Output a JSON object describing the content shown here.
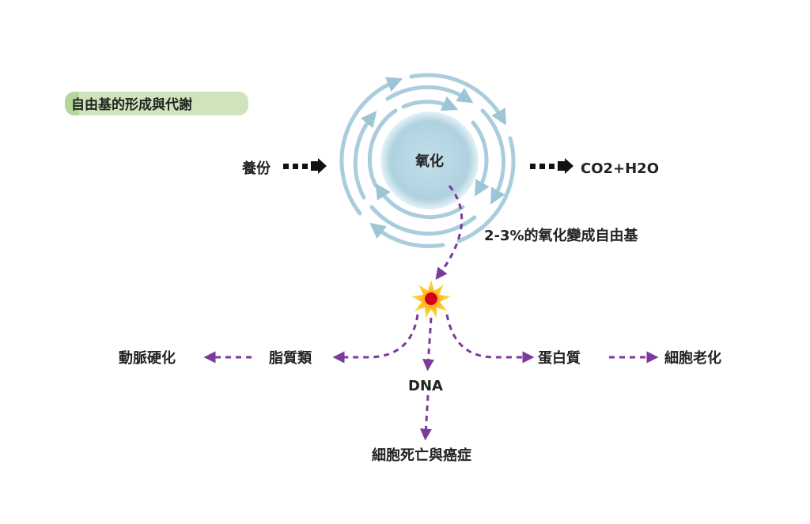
{
  "title": "自由基的形成與代謝",
  "center": "氧化",
  "input": "養份",
  "output": "CO2+H2O",
  "ratio_label": "2-3%的氧化變成自由基",
  "targets": {
    "lipid": "脂質類",
    "lipid_effect": "動脈硬化",
    "dna": "DNA",
    "dna_effect": "細胞死亡與癌症",
    "protein": "蛋白質",
    "protein_effect": "細胞老化"
  },
  "colors": {
    "arrow": "#7b3a9c",
    "ring": "#a9cddb",
    "core": "#b9d9e6",
    "title_bg": "#a8cf85"
  }
}
